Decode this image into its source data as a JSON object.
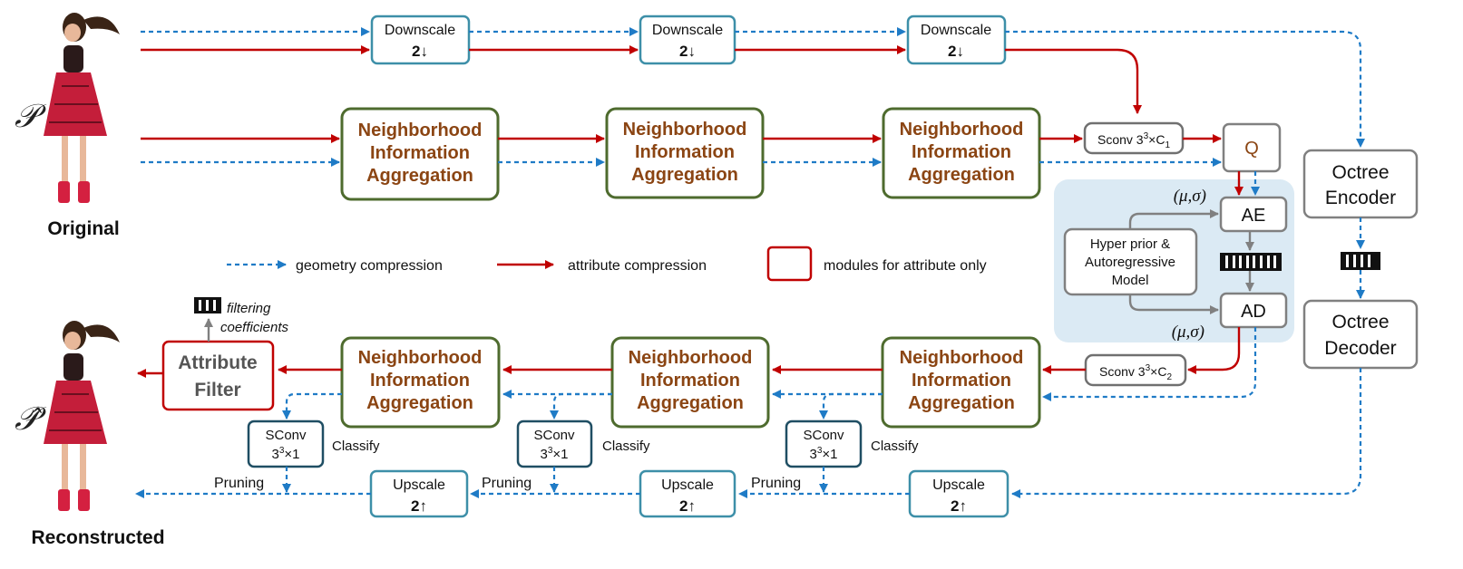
{
  "colors": {
    "geometry": "#1f7bc6",
    "attribute": "#c00000",
    "nia_border": "#4e6b2e",
    "nia_text": "#8b4513",
    "scale_border": "#3d8fa8",
    "sconv_border": "#1f4e63",
    "module_border": "#808080",
    "panel_fill": "#dbeaf4"
  },
  "labels": {
    "input_symbol": "𝒫",
    "output_symbol": "𝒫̂",
    "original": "Original",
    "reconstructed": "Reconstructed"
  },
  "downscale": {
    "line1": "Downscale",
    "line2": "2↓"
  },
  "upscale": {
    "line1": "Upscale",
    "line2": "2↑"
  },
  "nia": [
    "Neighborhood",
    "Information",
    "Aggregation"
  ],
  "sconv_c1": {
    "prefix": "Sconv 3",
    "sup": "3",
    "mid": "×C",
    "sub": "1"
  },
  "sconv_c2": {
    "prefix": "Sconv 3",
    "sup": "3",
    "mid": "×C",
    "sub": "2"
  },
  "sconv_classify": {
    "line1": "SConv",
    "line2_prefix": "3",
    "line2_sup": "3",
    "line2_suffix": "×1"
  },
  "classify_label": "Classify",
  "pruning_label": "Pruning",
  "q_label": "Q",
  "ae_label": "AE",
  "ad_label": "AD",
  "mu_sigma": "(μ,σ)",
  "hyper": [
    "Hyper prior &",
    "Autoregressive",
    "Model"
  ],
  "octree_encoder": [
    "Octree",
    "Encoder"
  ],
  "octree_decoder": [
    "Octree",
    "Decoder"
  ],
  "attribute_filter": [
    "Attribute",
    "Filter"
  ],
  "filtering_coefficients": [
    "filtering",
    "coefficients"
  ],
  "legend": {
    "geometry": "geometry compression",
    "attribute": "attribute compression",
    "modules": "modules for attribute only"
  }
}
